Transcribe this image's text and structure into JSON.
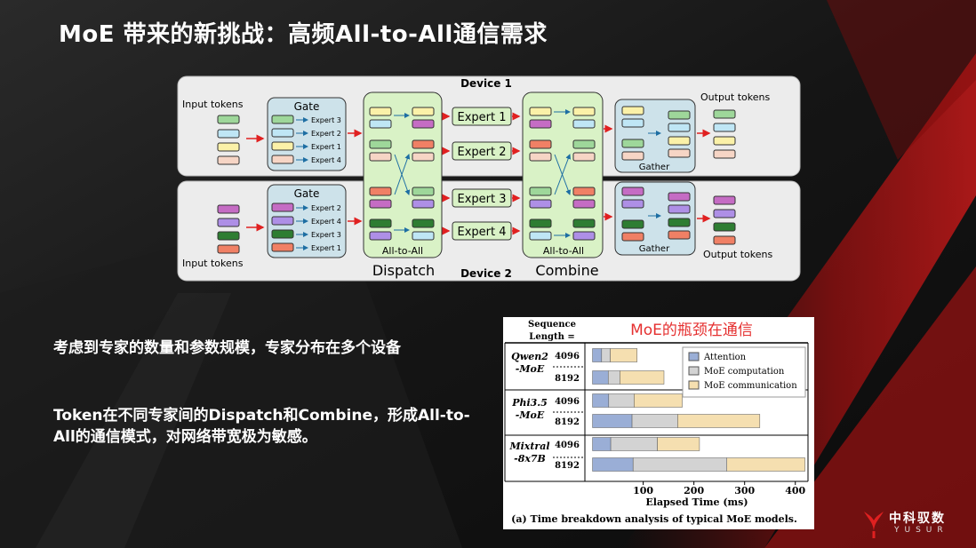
{
  "slide": {
    "title": "MoE 带来的新挑战：高频All-to-All通信需求",
    "bullet1": "考虑到专家的数量和参数规模，专家分布在多个设备",
    "bullet2": "Token在不同专家间的Dispatch和Combine，形成All-to-All的通信模式，对网络带宽极为敏感。"
  },
  "diagram": {
    "device1": "Device 1",
    "device2": "Device 2",
    "input_tokens": "Input tokens",
    "output_tokens": "Output tokens",
    "gate": "Gate",
    "gather": "Gather",
    "all_to_all": "All-to-All",
    "dispatch": "Dispatch",
    "combine": "Combine",
    "gate1_routes": [
      "Expert 3",
      "Expert 2",
      "Expert 1",
      "Expert 4"
    ],
    "gate2_routes": [
      "Expert 2",
      "Expert 4",
      "Expert 3",
      "Expert 1"
    ],
    "experts": [
      "Expert 1",
      "Expert 2",
      "Expert 3",
      "Expert 4"
    ],
    "colors": {
      "green": "#9ed79a",
      "blue": "#bfe6f5",
      "yellow": "#fbf1a8",
      "peach": "#f6d5c5",
      "magenta": "#c56cc4",
      "purple": "#ae8fe6",
      "darkgreen": "#2e7d32",
      "salmon": "#f08065",
      "panel": "#ececec",
      "gate_box": "#cde2ea",
      "a2a_box": "#d9f2c6",
      "arrow_red": "#e02020",
      "arrow_blue": "#1d6ea3"
    }
  },
  "chart_data": {
    "type": "bar",
    "stacked": true,
    "orientation": "horizontal",
    "title": "MoE的瓶颈在通信",
    "row_header": "Sequence Length =",
    "groups": [
      "Qwen2 -MoE",
      "Phi3.5 -MoE",
      "Mixtral -8x7B"
    ],
    "categories": [
      "4096",
      "8192",
      "4096",
      "8192",
      "4096",
      "8192"
    ],
    "series": [
      {
        "name": "Attention",
        "color": "#9aaed6",
        "values": [
          18,
          31,
          32,
          78,
          36,
          80
        ]
      },
      {
        "name": "MoE computation",
        "color": "#d3d3d3",
        "values": [
          17,
          23,
          50,
          90,
          92,
          185
        ]
      },
      {
        "name": "MoE communication",
        "color": "#f5dfb0",
        "values": [
          53,
          87,
          95,
          162,
          83,
          154
        ]
      }
    ],
    "xlabel": "Elapsed Time (ms)",
    "xticks": [
      "100",
      "200",
      "300",
      "400"
    ],
    "xlim": [
      -15,
      425
    ],
    "caption": "(a) Time breakdown analysis of typical MoE models."
  },
  "logo": {
    "cn": "中科驭数",
    "en": "YUSUR"
  }
}
